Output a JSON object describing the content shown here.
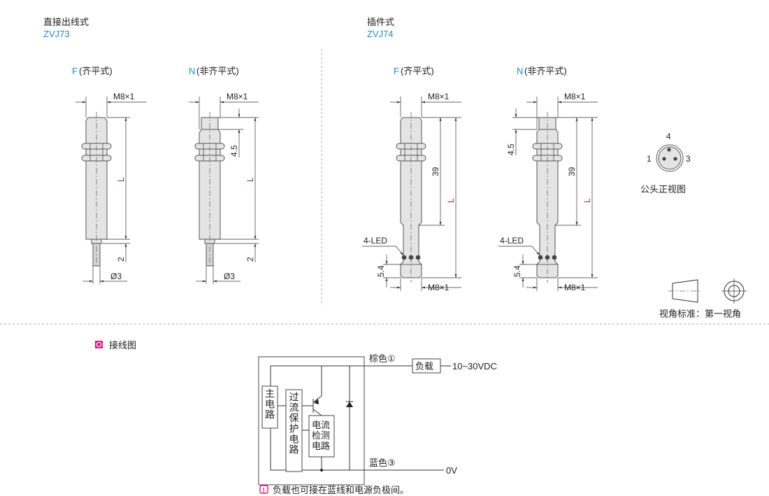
{
  "sections": {
    "zvj73": {
      "title": "直接出线式",
      "model": "ZVJ73"
    },
    "zvj74": {
      "title": "插件式",
      "model": "ZVJ74"
    }
  },
  "variants": {
    "f": {
      "code": "F",
      "label": "(齐平式)"
    },
    "n": {
      "code": "N",
      "label": "(非齐平式)"
    }
  },
  "dimensions": {
    "thread": "M8×1",
    "length": "L",
    "cable_gap": "2",
    "cable_dia": "Ø3",
    "cap": "4.5",
    "body39": "39",
    "connector": "5.4",
    "led": "4-LED"
  },
  "connector_view": {
    "pins": [
      "1",
      "3",
      "4"
    ],
    "caption": "公头正视图"
  },
  "projection": {
    "caption": "视角标准：第一视角"
  },
  "wiring": {
    "title": "接线图",
    "brown": "棕色①",
    "blue": "蓝色③",
    "load": "负载",
    "supply": "10~30VDC",
    "zero": "0V",
    "main_circuit": "主电路",
    "protection_circuit": "过流保护电路",
    "detect_line1": "电流",
    "detect_line2": "检测",
    "detect_line3": "电路",
    "note": "负载也可接在蓝线和电源负极间。"
  },
  "colors": {
    "accent": "#1a8fd0",
    "magenta": "#d81b7a",
    "dimension": "#a0208a"
  }
}
